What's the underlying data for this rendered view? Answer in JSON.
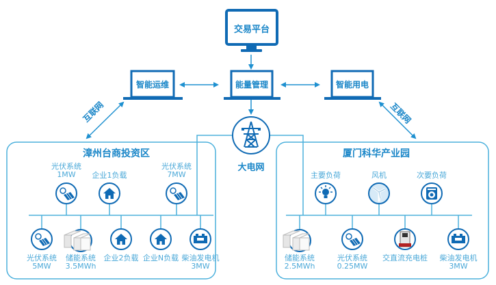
{
  "colors": {
    "primary_blue": "#0f6ab4",
    "line_blue": "#4bb0dc",
    "text_blue": "#1a86c8",
    "label_blue": "#4aa8d8"
  },
  "top": {
    "trading_platform": "交易平台",
    "smart_om": "智能运维",
    "energy_mgmt": "能量管理",
    "smart_power": "智能用电",
    "grid": "大电网",
    "internet_left": "互联网",
    "internet_right": "互联网"
  },
  "left_zone": {
    "title": "漳州台商投资区",
    "top_items": [
      {
        "name": "光伏系统",
        "value": "1MW",
        "icon": "solar-panel-icon"
      },
      {
        "name": "企业1负载",
        "value": "",
        "icon": "house-icon"
      },
      {
        "name": "光伏系统",
        "value": "7MW",
        "icon": "solar-panel-icon"
      }
    ],
    "bottom_items": [
      {
        "name": "光伏系统",
        "value": "5MW",
        "icon": "solar-panel-icon"
      },
      {
        "name": "储能系统",
        "value": "3.5MWh",
        "icon": "battery-storage-icon"
      },
      {
        "name": "企业2负载",
        "value": "",
        "icon": "house-icon"
      },
      {
        "name": "企业N负载",
        "value": "",
        "icon": "house-icon"
      },
      {
        "name": "柴油发电机",
        "value": "3MW",
        "icon": "diesel-generator-icon"
      }
    ]
  },
  "right_zone": {
    "title": "厦门科华产业园",
    "top_items": [
      {
        "name": "主要负荷",
        "value": "",
        "icon": "light-bulb-icon"
      },
      {
        "name": "风机",
        "value": "",
        "icon": "wind-turbine-icon"
      },
      {
        "name": "次要负荷",
        "value": "",
        "icon": "washing-machine-icon"
      }
    ],
    "bottom_items": [
      {
        "name": "储能系统",
        "value": "2.5MWh",
        "icon": "battery-storage-icon"
      },
      {
        "name": "光伏系统",
        "value": "0.25MW",
        "icon": "solar-panel-icon"
      },
      {
        "name": "交直流充电桩",
        "value": "",
        "icon": "charging-pile-icon"
      },
      {
        "name": "柴油发电机",
        "value": "3MW",
        "icon": "diesel-generator-icon"
      }
    ]
  }
}
